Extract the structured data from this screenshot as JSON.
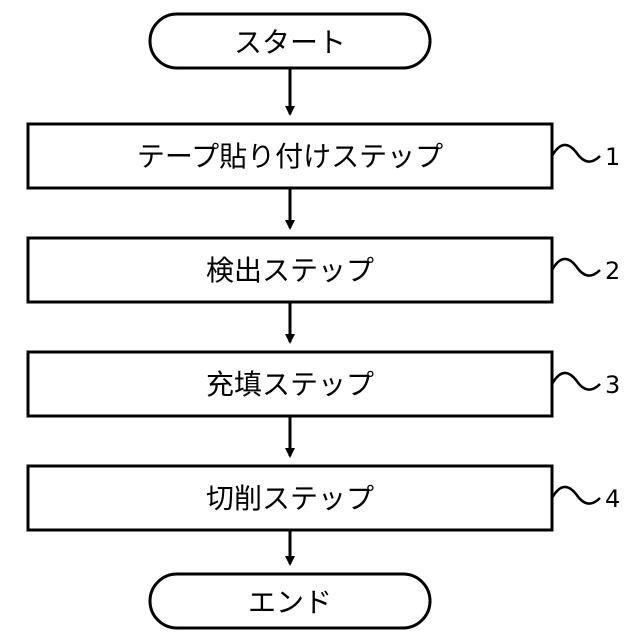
{
  "flow": {
    "start": "スタート",
    "steps": [
      {
        "label": "テープ貼り付けステップ",
        "ref": "1"
      },
      {
        "label": "検出ステップ",
        "ref": "2"
      },
      {
        "label": "充填ステップ",
        "ref": "3"
      },
      {
        "label": "切削ステップ",
        "ref": "4"
      }
    ],
    "end": "エンド"
  },
  "colors": {
    "stroke": "#000000",
    "fill": "#ffffff"
  }
}
